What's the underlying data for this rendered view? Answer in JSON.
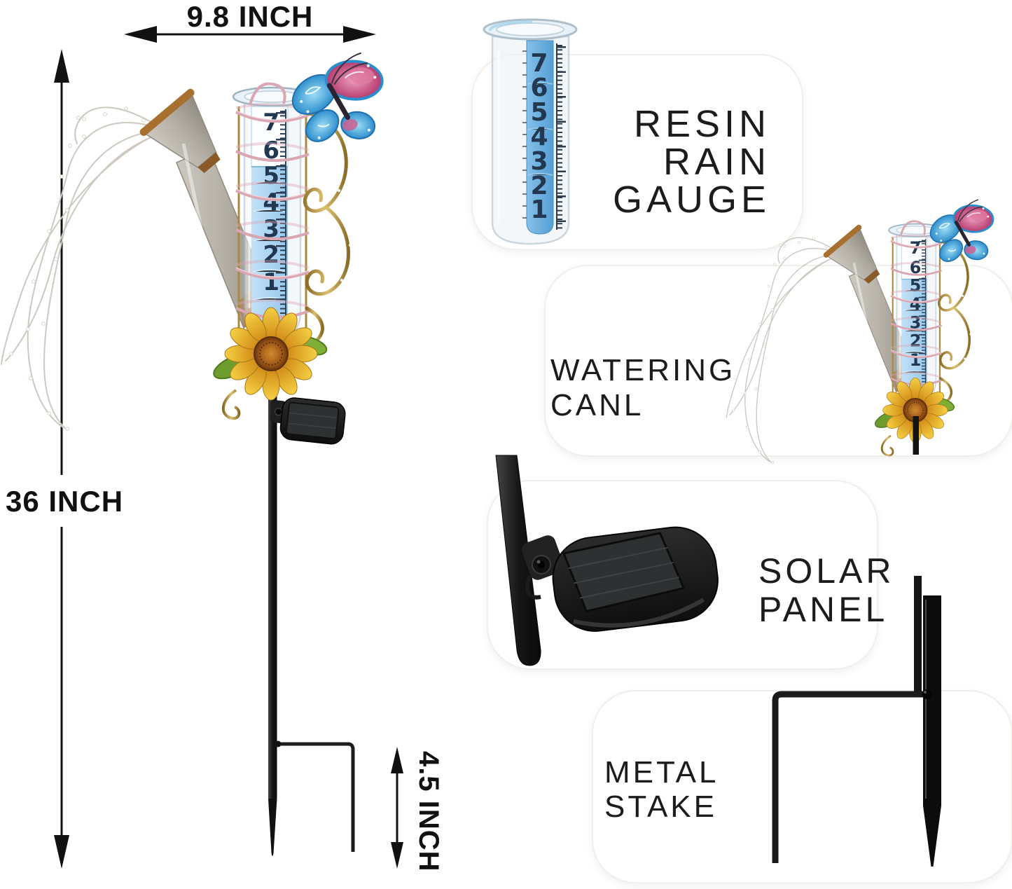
{
  "page": {
    "background": "#ffffff"
  },
  "dimensions": {
    "width_label": "9.8 INCH",
    "height_label": "36 INCH",
    "stake_depth_label": "4.5 INCH"
  },
  "gauge": {
    "numbers": [
      "7",
      "6",
      "5",
      "4",
      "3",
      "2",
      "1"
    ]
  },
  "callouts": [
    {
      "label_lines": [
        "RESIN",
        "RAIN",
        "GAUGE"
      ]
    },
    {
      "label_lines": [
        "WATERING",
        "CANL"
      ]
    },
    {
      "label_lines": [
        "SOLAR",
        "PANEL"
      ]
    },
    {
      "label_lines": [
        "METAL",
        "STAKE"
      ]
    }
  ],
  "palette": {
    "water_blue": "#a9d3f2",
    "strip_blue": "#5ea7dc",
    "butterfly_blue": "#2f8fcc",
    "butterfly_pink": "#b43a6e",
    "sunflower_yellow": "#f0c030",
    "sunflower_center": "#8a4a12",
    "scroll_gold": "#b08d3e",
    "spiral_pink": "#d9a6b2",
    "metal_black": "#141414",
    "rust": "#a8702f",
    "text_black": "#1a1a1a"
  }
}
